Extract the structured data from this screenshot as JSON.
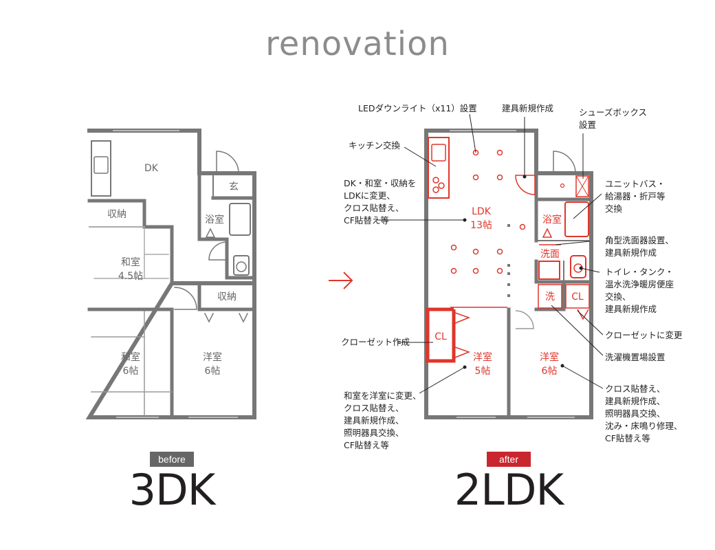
{
  "page_title": "renovation",
  "arrow_icon": "right-arrow-icon",
  "colors": {
    "wall": "#777777",
    "accent": "#e0352a",
    "tag_before": "#666666",
    "tag_after": "#c9262e"
  },
  "before": {
    "tag": "before",
    "layout": "3DK",
    "rooms": {
      "dk": "DK",
      "storage1": "収納",
      "washitsu_a_1": "和室",
      "washitsu_a_2": "4.5帖",
      "washitsu_b_1": "和室",
      "washitsu_b_2": "6帖",
      "youshitsu_1": "洋室",
      "youshitsu_2": "6帖",
      "entrance": "玄",
      "bath": "浴室",
      "storage2": "収納"
    }
  },
  "after": {
    "tag": "after",
    "layout": "2LDK",
    "rooms": {
      "ldk_1": "LDK",
      "ldk_2": "13帖",
      "bath": "浴室",
      "wash": "洗面",
      "laundry": "洗",
      "closet_small": "CL",
      "closet_big": "CL",
      "youshitsu_a_1": "洋室",
      "youshitsu_a_2": "5帖",
      "youshitsu_b_1": "洋室",
      "youshitsu_b_2": "6帖"
    },
    "notes": {
      "led": "LEDダウンライト（x11）設置",
      "door": "建具新規作成",
      "shoes_1": "シューズボックス",
      "shoes_2": "設置",
      "kitchen": "キッチン交換",
      "dk_1": "DK・和室・収納を",
      "dk_2": "LDKに変更、",
      "dk_3": "クロス貼替え、",
      "dk_4": "CF貼替え等",
      "unit_1": "ユニットバス・",
      "unit_2": "給湯器・折戸等",
      "unit_3": "交換",
      "sink_1": "角型洗面器設置、",
      "sink_2": "建具新規作成",
      "toilet_1": "トイレ・タンク・",
      "toilet_2": "温水洗浄暖房便座",
      "toilet_3": "交換、",
      "toilet_4": "建具新規作成",
      "closet_new": "クローゼット作成",
      "closet_change": "クローゼットに変更",
      "laundry_place": "洗濯機置場設置",
      "wa_1": "和室を洋室に変更、",
      "wa_2": "クロス貼替え、",
      "wa_3": "建具新規作成、",
      "wa_4": "照明器具交換、",
      "wa_5": "CF貼替え等",
      "room_1": "クロス貼替え、",
      "room_2": "建具新規作成、",
      "room_3": "照明器具交換、",
      "room_4": "沈み・床鳴り修理、",
      "room_5": "CF貼替え等"
    }
  }
}
